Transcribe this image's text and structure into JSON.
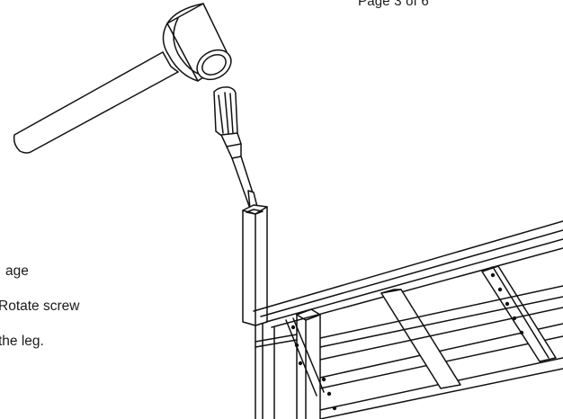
{
  "header": {
    "page_number": "Page 3 of 6"
  },
  "instructions": {
    "lines": [
      "age",
      "Rotate screw",
      "the leg."
    ]
  },
  "illustration": {
    "tools": [
      "mallet-icon",
      "screwdriver-icon"
    ],
    "subject": "table-frame-illustration"
  }
}
